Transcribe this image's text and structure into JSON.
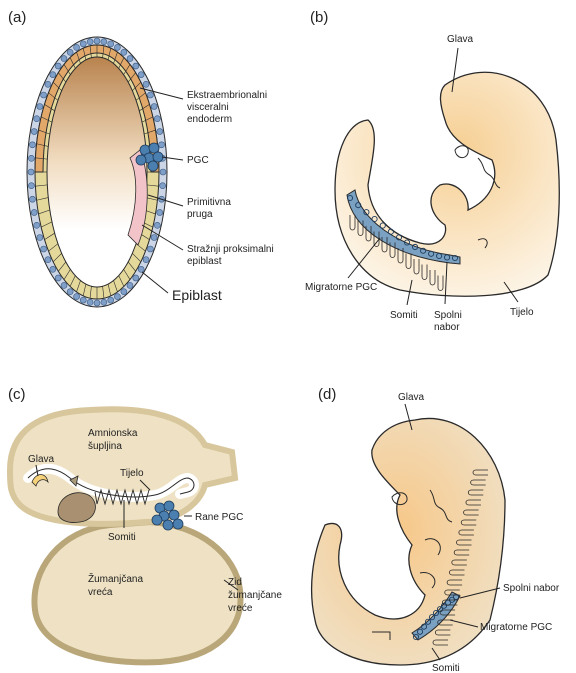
{
  "panels": {
    "a": {
      "letter": "(a)",
      "labels": {
        "endoderm": [
          "Ekstraembrionalni",
          "visceralni",
          "endoderm"
        ],
        "pgc": "PGC",
        "streak": [
          "Primitivna",
          "pruga"
        ],
        "posterior": [
          "Stražnji proksimalni",
          "epiblast"
        ],
        "epiblast": "Epiblast"
      }
    },
    "b": {
      "letter": "(b)",
      "labels": {
        "head": "Glava",
        "migratory": "Migratorne PGC",
        "somites": "Somiti",
        "ridge": [
          "Spolni",
          "nabor"
        ],
        "body": "Tijelo"
      }
    },
    "c": {
      "letter": "(c)",
      "labels": {
        "amnion": [
          "Amnionska",
          "šupljina"
        ],
        "head": "Glava",
        "body": "Tijelo",
        "early_pgc": "Rane PGC",
        "somites": "Somiti",
        "yolk_sac": [
          "Žumanjčana",
          "vreća"
        ],
        "yolk_wall": [
          "Zid",
          "žumanjčane",
          "vreće"
        ]
      }
    },
    "d": {
      "letter": "(d)",
      "labels": {
        "head": "Glava",
        "ridge": "Spolni nabor",
        "migratory": "Migratorne PGC",
        "somites": "Somiti"
      }
    }
  },
  "colors": {
    "pgc_blue": "#4a7fb0",
    "embryo_fill": "#f5d9a8",
    "sac_fill": "#efe2c4",
    "epiblast_yellow": "#e6e0a0",
    "outline": "#2a2a2a"
  }
}
